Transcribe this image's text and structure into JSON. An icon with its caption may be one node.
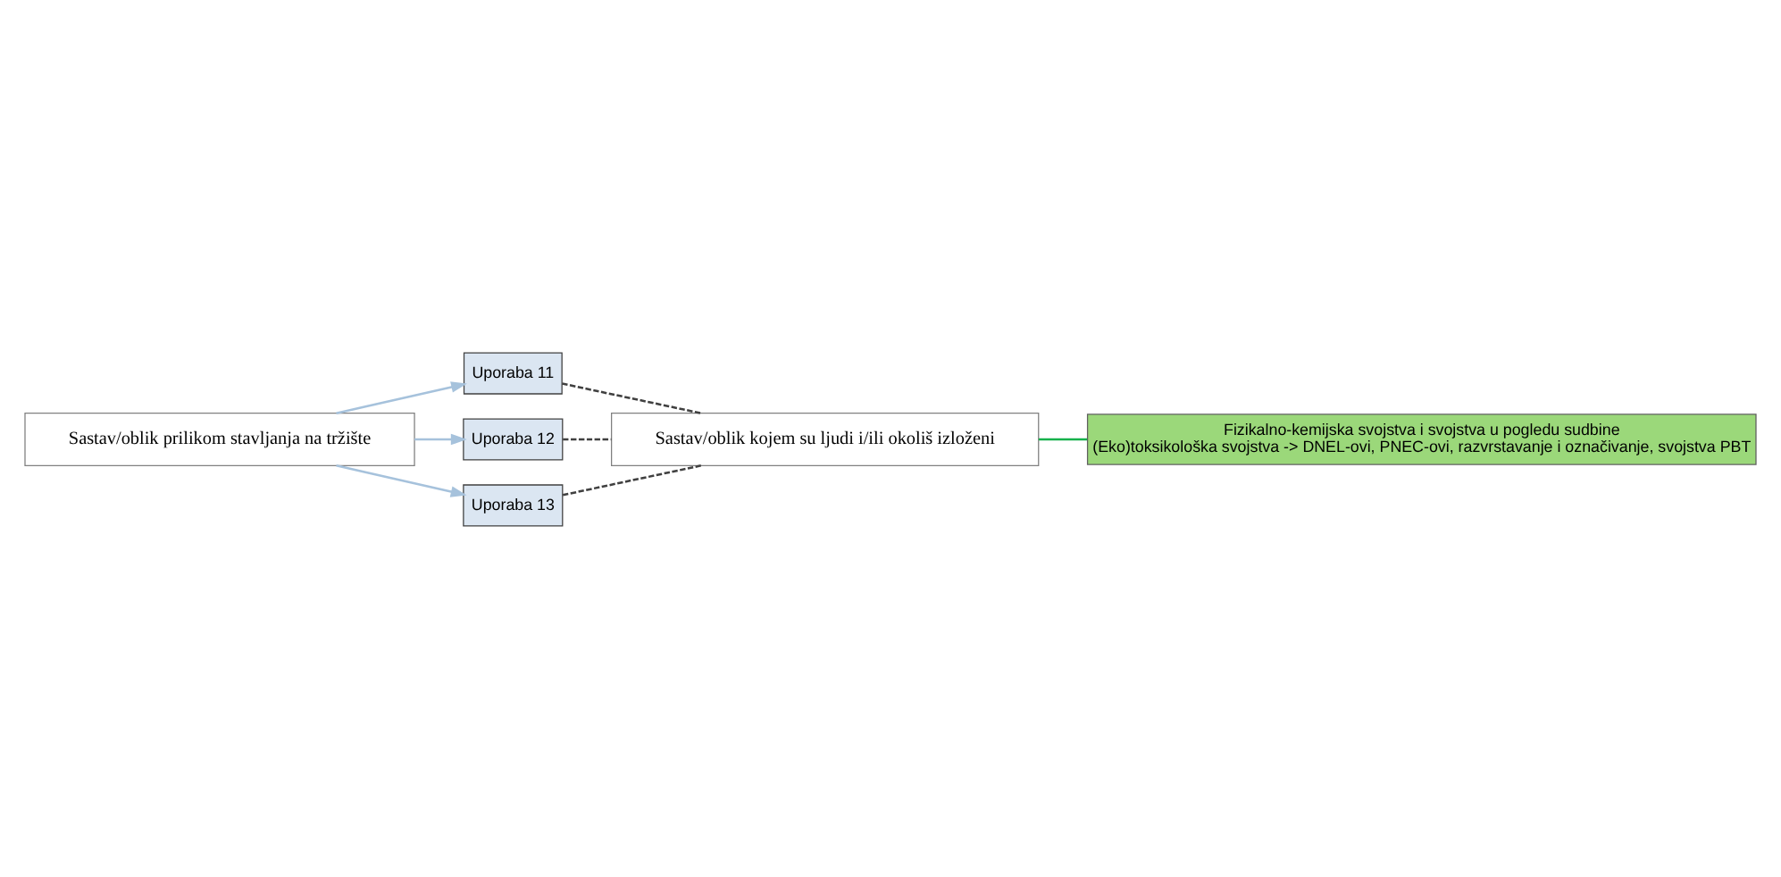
{
  "diagram": {
    "nodes": [
      {
        "text": [
          "Sastav/oblik prilikom stavljanja na tržište"
        ]
      },
      {
        "text": [
          "Uporaba 11"
        ]
      },
      {
        "text": [
          "Uporaba 12"
        ]
      },
      {
        "text": [
          "Uporaba 13"
        ]
      },
      {
        "text": [
          "Sastav/oblik kojem su ljudi i/ili okoliš izloženi"
        ]
      },
      {
        "text": [
          "Fizikalno-kemijska svojstva i svojstva u pogledu sudbine",
          "(Eko)toksikološka svojstva -> DNEL-ovi, PNEC-ovi, razvrstavanje i označivanje, svojstva PBT"
        ]
      }
    ],
    "edges": [
      {
        "from": 0,
        "to": 1,
        "arrow": "to",
        "color": "#a6c2dc"
      },
      {
        "from": 0,
        "to": 2,
        "arrow": "to",
        "color": "#a6c2dc"
      },
      {
        "from": 0,
        "to": 3,
        "arrow": "to",
        "color": "#a6c2dc"
      },
      {
        "from": 1,
        "to": 4,
        "arrow": "none",
        "style": "dashed",
        "color": "#404040"
      },
      {
        "from": 2,
        "to": 4,
        "arrow": "none",
        "style": "dashed",
        "color": "#404040"
      },
      {
        "from": 3,
        "to": 4,
        "arrow": "none",
        "style": "dashed",
        "color": "#404040"
      },
      {
        "from": 4,
        "to": 5,
        "arrow": "none",
        "color": "#16b14b"
      }
    ]
  }
}
